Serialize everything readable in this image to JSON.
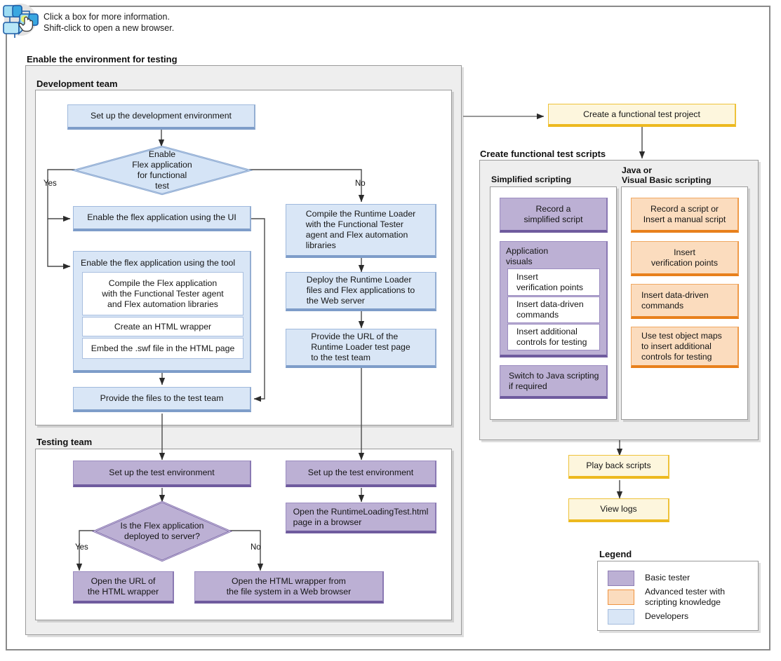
{
  "banner": {
    "line1": "Click a box for more information.",
    "line2": "Shift-click to open a new browser.",
    "icon": "flowchart-click-icon"
  },
  "sections": {
    "enable_environment": "Enable the environment for testing",
    "development_team": "Development team",
    "testing_team": "Testing team",
    "create_scripts": "Create functional test scripts",
    "simplified_scripting": "Simplified scripting",
    "java_vb_scripting_line1": "Java or",
    "java_vb_scripting_line2": "Visual Basic scripting",
    "legend_title": "Legend"
  },
  "dev": {
    "setup_env": "Set up the development environment",
    "decision": "Enable\nFlex application\nfor functional\ntest",
    "yes": "Yes",
    "no": "No",
    "enable_ui": "Enable the flex application using the UI",
    "enable_tool": "Enable the flex application using the tool",
    "tool_step1": "Compile the Flex application\nwith the Functional Tester agent\nand Flex automation libraries",
    "tool_step2": "Create an HTML wrapper",
    "tool_step3": "Embed the .swf file in the HTML page",
    "provide_files": "Provide the files to the test team",
    "compile_runtime": "Compile the Runtime Loader\nwith the Functional Tester\nagent and Flex automation\nlibraries",
    "deploy_runtime": "Deploy the Runtime Loader\nfiles and Flex applications to\nthe Web server",
    "provide_url": "Provide the URL of the\nRuntime Loader test page\nto the test team"
  },
  "test": {
    "setup_env_left": "Set up the test environment",
    "setup_env_right": "Set up the test environment",
    "decision": "Is the Flex application\ndeployed to server?",
    "yes": "Yes",
    "no": "No",
    "open_url": "Open the URL of\nthe HTML wrapper",
    "open_wrapper": "Open the HTML wrapper from\nthe file system in a Web browser",
    "open_runtime_page": "Open the RuntimeLoadingTest.html\npage in a browser"
  },
  "scripts": {
    "create_project": "Create a functional test project",
    "simplified": {
      "record": "Record a\nsimplified script",
      "app_visuals": "Application\nvisuals",
      "insert_vp": "Insert\nverification points",
      "insert_ddc": "Insert data-driven\ncommands",
      "insert_controls": "Insert additional\ncontrols for testing",
      "switch_java": "Switch to Java scripting\nif required"
    },
    "java": {
      "record": "Record a script or\nInsert a manual script",
      "insert_vp": "Insert\nverification points",
      "insert_ddc": "Insert data-driven\ncommands",
      "test_object_maps": "Use test object maps\nto insert additional\ncontrols for testing"
    },
    "play_back": "Play back scripts",
    "view_logs": "View logs"
  },
  "legend": {
    "items": [
      {
        "label": "Basic tester",
        "color": "#bcb0d4"
      },
      {
        "label": "Advanced tester with\nscripting knowledge",
        "color": "#fbdcbe"
      },
      {
        "label": "Developers",
        "color": "#d9e6f6"
      }
    ]
  },
  "colors": {
    "basic_tester": "#bcb0d4",
    "advanced_tester": "#fbdcbe",
    "developers": "#d9e6f6",
    "process_yellow": "#fdf6dd",
    "panel_gray": "#eeeeee",
    "connector": "#444444"
  }
}
